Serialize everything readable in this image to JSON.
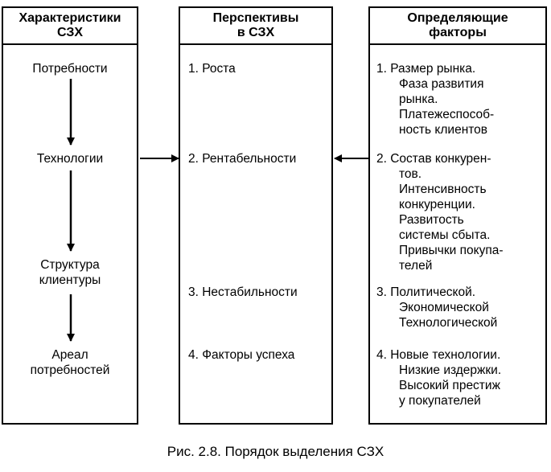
{
  "columns": {
    "left": {
      "header": [
        "Характеристики",
        "СЗХ"
      ],
      "items": [
        [
          "Потребности"
        ],
        [
          "Технологии"
        ],
        [
          "Структура",
          "клиентуры"
        ],
        [
          "Ареал",
          "потребностей"
        ]
      ]
    },
    "middle": {
      "header": [
        "Перспективы",
        "в СЗХ"
      ],
      "items": [
        "1. Роста",
        "2. Рентабельности",
        "3. Нестабильности",
        "4. Факторы успеха"
      ]
    },
    "right": {
      "header": [
        "Определяющие",
        "факторы"
      ],
      "items": [
        [
          "1. Размер рынка.",
          "Фаза развития",
          "рынка.",
          "Платежеспособ-",
          "ность клиентов"
        ],
        [
          "2. Состав конкурен-",
          "тов.",
          "Интенсивность",
          "конкуренции.",
          "Развитость",
          "системы сбыта.",
          "Привычки покупа-",
          "телей"
        ],
        [
          "3. Политической.",
          "Экономической",
          "Технологической"
        ],
        [
          "4. Новые технологии.",
          "Низкие издержки.",
          "Высокий престиж",
          "у покупателей"
        ]
      ]
    }
  },
  "caption": "Рис. 2.8. Порядок выделения СЗХ"
}
